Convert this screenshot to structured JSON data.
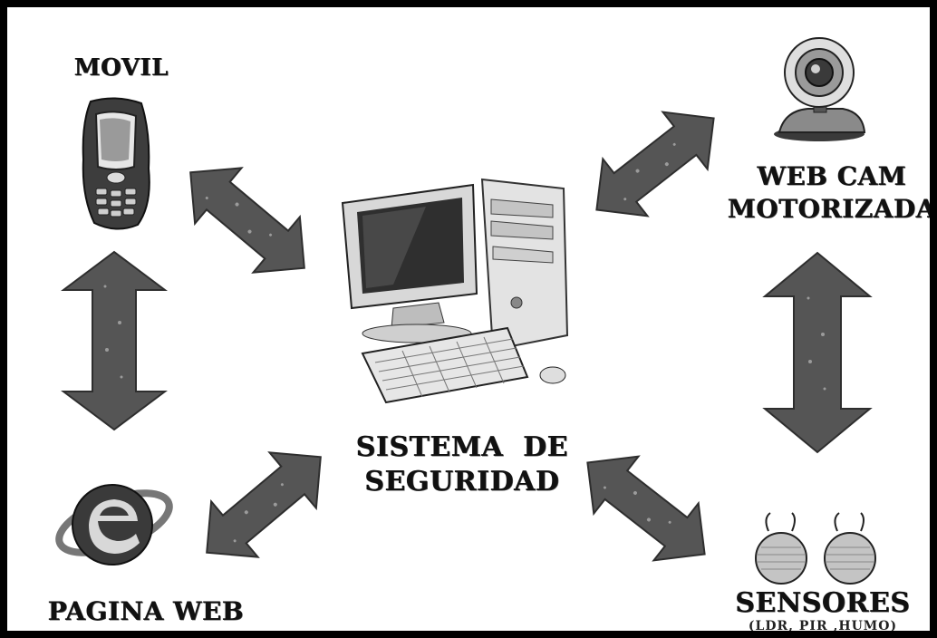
{
  "nodes": {
    "movil": {
      "label": "MOVIL"
    },
    "webcam": {
      "line1": "WEB CAM",
      "line2": "MOTORIZADA"
    },
    "center": {
      "line1": "SISTEMA  DE",
      "line2": "SEGURIDAD"
    },
    "pagina": {
      "label": "PAGINA WEB"
    },
    "sensores": {
      "label": "SENSORES",
      "sub": "(LDR, PIR ,HUMO)"
    }
  },
  "colors": {
    "arrow": "#555555",
    "arrow_edge": "#2e2e2e",
    "border": "#000000",
    "text": "#111111"
  }
}
